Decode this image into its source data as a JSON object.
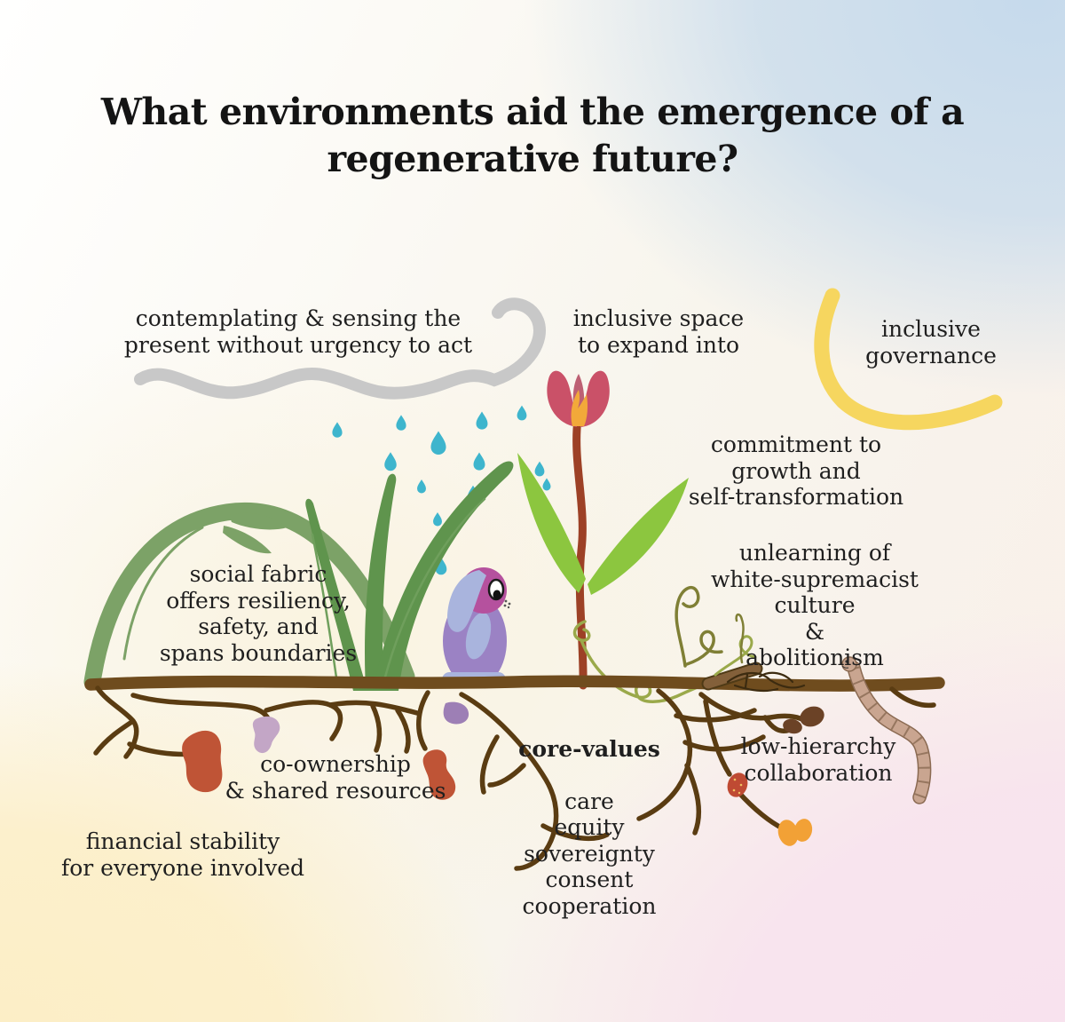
{
  "title": "What environments aid the emergence of a regenerative future?",
  "labels": {
    "cloud": "contemplating & sensing the\npresent without urgency to act",
    "inclusive_space": "inclusive space\nto expand into",
    "inclusive_governance": "inclusive\ngovernance",
    "commitment": "commitment to\ngrowth and\nself-transformation",
    "unlearning": "unlearning of\nwhite-supremacist\nculture\n&\nabolitionism",
    "social_fabric": "social fabric\noffers resiliency,\nsafety, and\nspans boundaries",
    "core_values_heading": "core-values",
    "core_values_list": "care\nequity\nsovereignty\nconsent\ncooperation",
    "co_ownership": "co-ownership\n& shared resources",
    "financial": "financial stability\nfor everyone involved",
    "low_hierarchy": "low-hierarchy\ncollaboration"
  },
  "colors": {
    "text": "#1f1f1f",
    "cloud_gray": "#c8c8c8",
    "rain_teal": "#3eb5cd",
    "grass_green": "#5f944d",
    "grass_sage": "#7ca267",
    "leaf_lime": "#8cc63f",
    "stem_rust": "#9d4126",
    "petal_pink": "#ca5168",
    "petal_rose": "#bd6073",
    "flower_yellow": "#f2a93a",
    "rabbit_body": "#9b82c4",
    "rabbit_head": "#b5519e",
    "rabbit_light": "#a9b4dd",
    "ground_brown": "#6f4c1e",
    "root_brown": "#5a3c12",
    "tuber_rust": "#bf5436",
    "blob_mauve": "#c3a6c6",
    "blob_purple": "#9d7fb5",
    "truffle_brown": "#6b4226",
    "mushroom_red": "#bf4a33",
    "fungus_orange": "#f2a136",
    "worm_tan": "#c9a590",
    "worm_line": "#8a6a52",
    "tendril_olive": "#7f7f35",
    "tendril_lime": "#9aa94a",
    "sun_yellow": "#f6d65f",
    "bg_blue": "#c6daec",
    "bg_yellow": "#fceec5",
    "bg_pink": "#f8e2ee",
    "bg_cream": "#faf3df"
  }
}
